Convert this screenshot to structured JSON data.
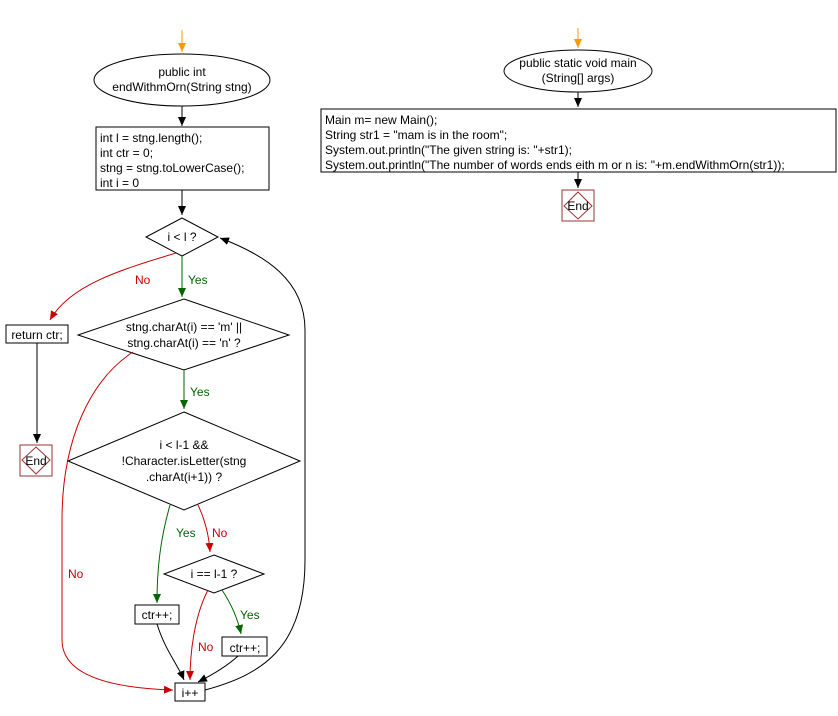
{
  "colors": {
    "yes_edge": "#006600",
    "no_edge": "#cc0000",
    "entry_arrow": "#ff9900",
    "end_border": "#993333"
  },
  "left_flow": {
    "start": [
      "public int",
      "endWithmOrn(String stng)"
    ],
    "init": [
      "int l = stng.length();",
      "int ctr = 0;",
      "stng = stng.toLowerCase();",
      "int i = 0"
    ],
    "loop_cond": "i < l ?",
    "return": "return ctr;",
    "end": "End",
    "cond_char": [
      "stng.charAt(i) == 'm' ||",
      "stng.charAt(i) == 'n' ?"
    ],
    "cond_letter": [
      "i < l-1 &&",
      "!Character.isLetter(stng",
      ".charAt(i+1)) ?"
    ],
    "cond_last": "i == l-1 ?",
    "ctr_a": "ctr++;",
    "ctr_b": "ctr++;",
    "incr": "i++",
    "labels": {
      "loop_no": "No",
      "loop_yes": "Yes",
      "char_yes": "Yes",
      "char_no": "No",
      "letter_yes": "Yes",
      "letter_no": "No",
      "last_yes": "Yes",
      "last_no": "No"
    }
  },
  "right_flow": {
    "start": [
      "public static void main",
      "(String[] args)"
    ],
    "body": [
      "Main m= new Main();",
      "String str1 = \"mam is in the room\";",
      "System.out.println(\"The given string is: \"+str1);",
      "System.out.println(\"The number of words ends eith m or n is: \"+m.endWithmOrn(str1));"
    ],
    "end": "End"
  }
}
